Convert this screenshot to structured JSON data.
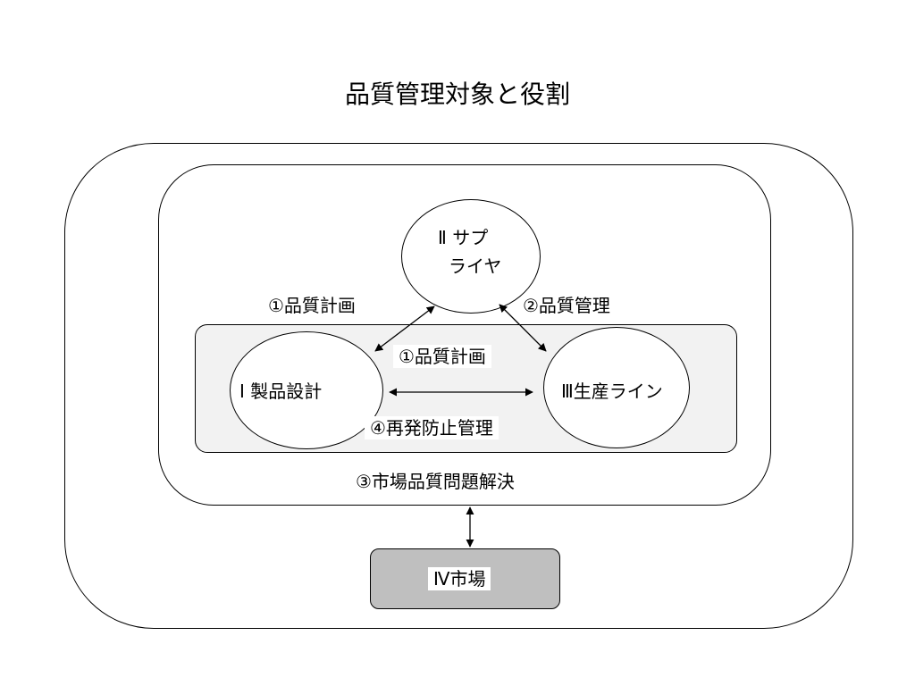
{
  "title": "品質管理対象と役割",
  "nodes": {
    "design": "Ⅰ 製品設計",
    "supplier_line1": "Ⅱ サプ",
    "supplier_line2": "ライヤ",
    "production_line": "Ⅲ生産ライン",
    "market": "Ⅳ市場"
  },
  "roles": {
    "quality_planning_outer": "①品質計画",
    "quality_management": "②品質管理",
    "quality_planning_inner": "①品質計画",
    "recurrence_prevention": "④再発防止管理",
    "field_quality_resolution": "③市場品質問題解決"
  },
  "colors": {
    "inner_box_fill": "#f2f2f2",
    "market_box_fill": "#bfbfbf",
    "stroke": "#000000"
  }
}
